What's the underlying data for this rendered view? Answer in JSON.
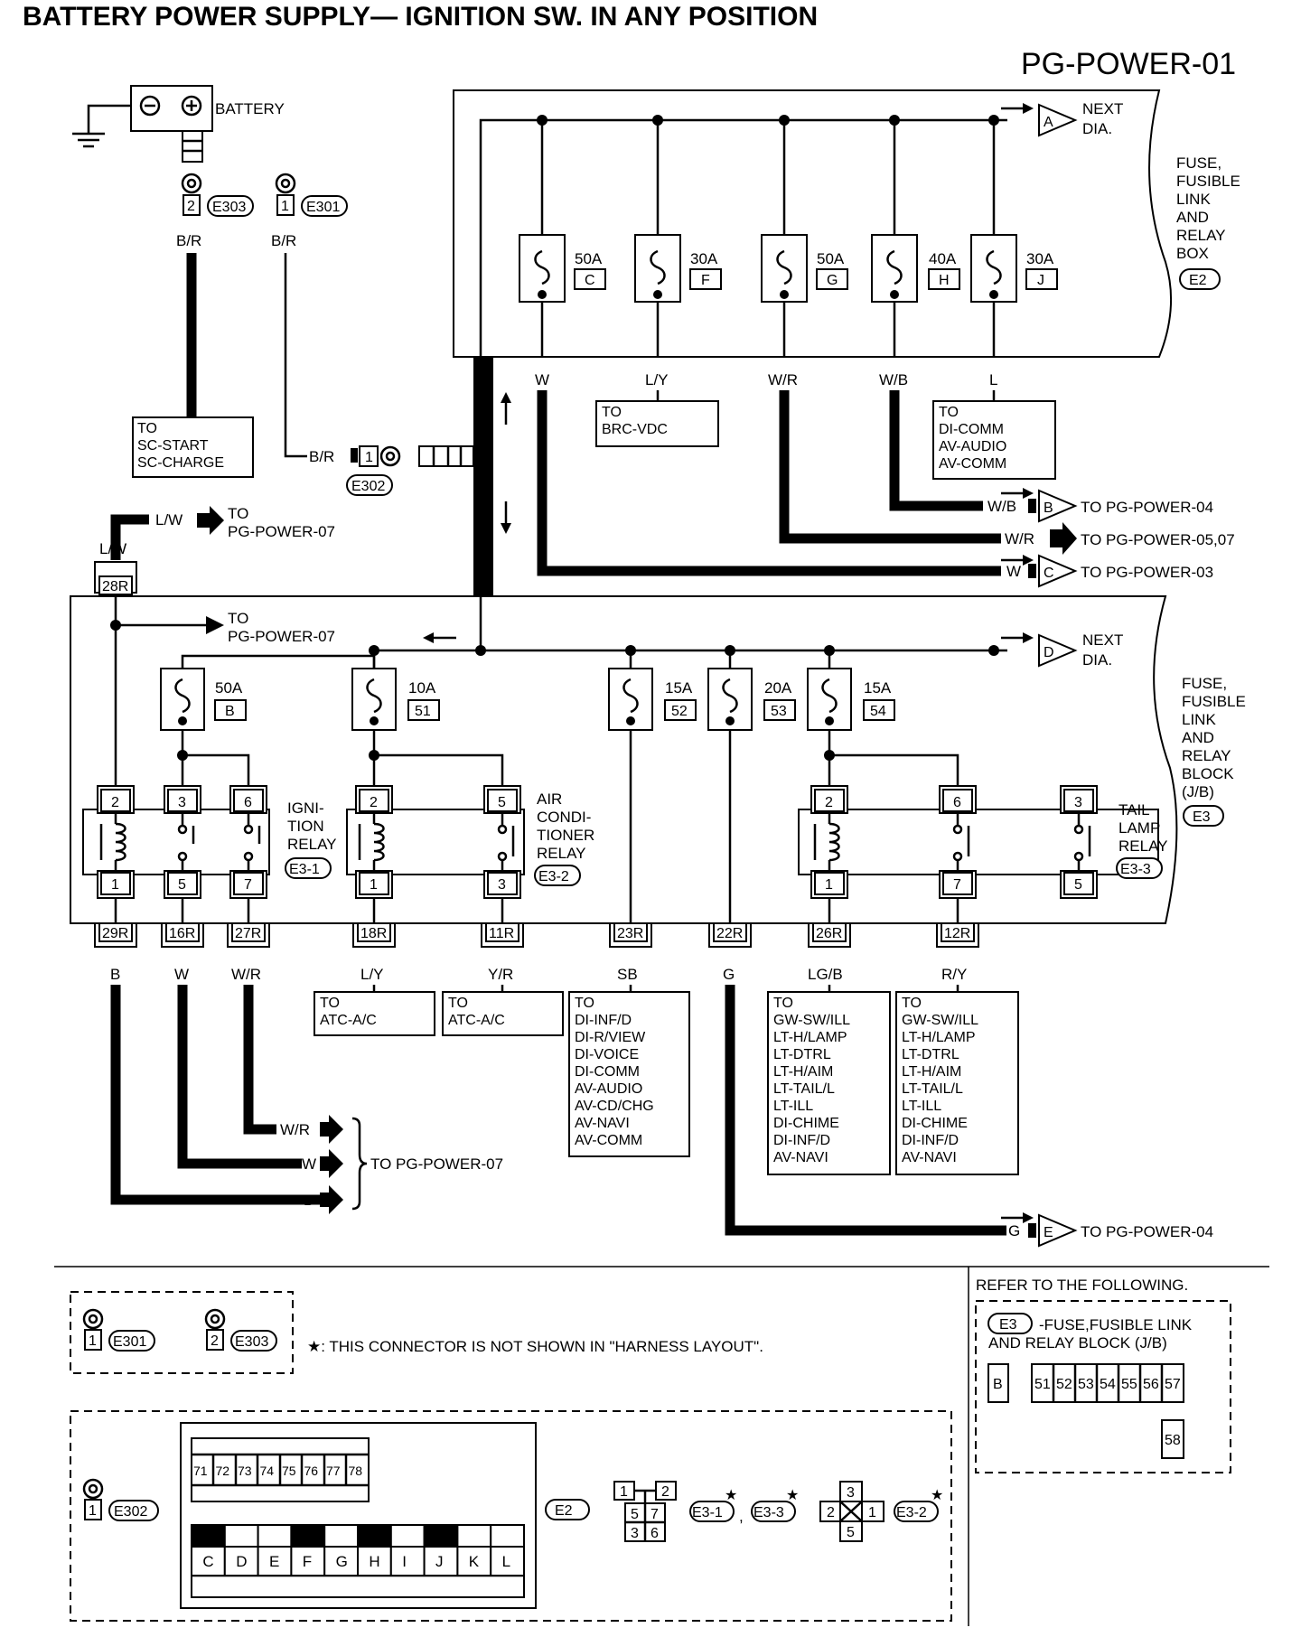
{
  "title": "BATTERY POWER SUPPLY— IGNITION SW. IN ANY POSITION",
  "diagram_code": "PG-POWER-01",
  "battery": {
    "label": "BATTERY"
  },
  "connectors": {
    "e303": "E303",
    "e301": "E301",
    "e302": "E302",
    "e2": "E2",
    "e3": "E3",
    "e3_1": "E3-1",
    "e3_2": "E3-2",
    "e3_3": "E3-3"
  },
  "pins": {
    "e303": "2",
    "e301": "1",
    "e302": "1"
  },
  "box_e2": {
    "label_lines": [
      "FUSE,",
      "FUSIBLE",
      "LINK",
      "AND",
      "RELAY",
      "BOX"
    ],
    "connector": "E2"
  },
  "box_e3": {
    "label_lines": [
      "FUSE,",
      "FUSIBLE",
      "LINK",
      "AND",
      "RELAY",
      "BLOCK",
      "(J/B)"
    ],
    "connector": "E3"
  },
  "fusible_links": [
    {
      "amp": "50A",
      "id": "C",
      "wire": "W"
    },
    {
      "amp": "30A",
      "id": "F",
      "wire": "L/Y"
    },
    {
      "amp": "50A",
      "id": "G",
      "wire": "W/R"
    },
    {
      "amp": "40A",
      "id": "H",
      "wire": "W/B"
    },
    {
      "amp": "30A",
      "id": "J",
      "wire": "L"
    }
  ],
  "jb_fuses": [
    {
      "amp": "50A",
      "id": "B"
    },
    {
      "amp": "10A",
      "id": "51"
    },
    {
      "amp": "15A",
      "id": "52"
    },
    {
      "amp": "20A",
      "id": "53"
    },
    {
      "amp": "15A",
      "id": "54"
    }
  ],
  "relays": {
    "ignition": {
      "label_lines": [
        "IGNI-",
        "TION",
        "RELAY"
      ],
      "conn": "E3-1",
      "pins_top": [
        "2",
        "3",
        "6"
      ],
      "pins_bottom": [
        "1",
        "5",
        "7"
      ]
    },
    "aircon": {
      "label_lines": [
        "AIR",
        "CONDI-",
        "TIONER",
        "RELAY"
      ],
      "conn": "E3-2",
      "pins_top": [
        "2",
        "5"
      ],
      "pins_bottom": [
        "1",
        "3"
      ]
    },
    "tail": {
      "label_lines": [
        "TAIL",
        "LAMP",
        "RELAY"
      ],
      "conn": "E3-3",
      "pins_top": [
        "2",
        "6",
        "3"
      ],
      "pins_bottom": [
        "1",
        "7",
        "5"
      ]
    }
  },
  "jb_terminals": [
    {
      "pin": "28R",
      "wire": "L/W"
    },
    {
      "pin": "29R",
      "wire": "B"
    },
    {
      "pin": "16R",
      "wire": "W"
    },
    {
      "pin": "27R",
      "wire": "W/R"
    },
    {
      "pin": "18R",
      "wire": "L/Y"
    },
    {
      "pin": "11R",
      "wire": "Y/R"
    },
    {
      "pin": "23R",
      "wire": "SB"
    },
    {
      "pin": "22R",
      "wire": "G"
    },
    {
      "pin": "26R",
      "wire": "LG/B"
    },
    {
      "pin": "12R",
      "wire": "R/Y"
    }
  ],
  "wires": {
    "br": "B/R",
    "lw": "L/W",
    "wb": "W/B",
    "wr": "W/R",
    "w": "W",
    "g": "G",
    "b": "B"
  },
  "destinations": {
    "sc": [
      "TO",
      "SC-START",
      "SC-CHARGE"
    ],
    "brc": [
      "TO",
      "BRC-VDC"
    ],
    "di_comm": [
      "TO",
      "DI-COMM",
      "AV-AUDIO",
      "AV-COMM"
    ],
    "atc1": [
      "TO",
      "ATC-A/C"
    ],
    "atc2": [
      "TO",
      "ATC-A/C"
    ],
    "sb": [
      "TO",
      "DI-INF/D",
      "DI-R/VIEW",
      "DI-VOICE",
      "DI-COMM",
      "AV-AUDIO",
      "AV-CD/CHG",
      "AV-NAVI",
      "AV-COMM"
    ],
    "lgb": [
      "TO",
      "GW-SW/ILL",
      "LT-H/LAMP",
      "LT-DTRL",
      "LT-H/AIM",
      "LT-TAIL/L",
      "LT-ILL",
      "DI-CHIME",
      "DI-INF/D",
      "AV-NAVI"
    ],
    "ry": [
      "TO",
      "GW-SW/ILL",
      "LT-H/LAMP",
      "LT-DTRL",
      "LT-H/AIM",
      "LT-TAIL/L",
      "LT-ILL",
      "DI-CHIME",
      "DI-INF/D",
      "AV-NAVI"
    ]
  },
  "links": {
    "next_a": {
      "letter": "A",
      "lines": [
        "NEXT",
        "DIA."
      ]
    },
    "next_d": {
      "letter": "D",
      "lines": [
        "NEXT",
        "DIA."
      ]
    },
    "b_p04": {
      "letter": "B",
      "text": "TO PG-POWER-04"
    },
    "wr_p0507": {
      "text": "TO PG-POWER-05,07"
    },
    "c_p03": {
      "letter": "C",
      "text": "TO PG-POWER-03"
    },
    "e_p04": {
      "letter": "E",
      "text": "TO PG-POWER-04"
    },
    "lw_p07": [
      "TO",
      "PG-POWER-07"
    ],
    "jb_p07": [
      "TO",
      "PG-POWER-07"
    ],
    "bottom_p07": "TO PG-POWER-07"
  },
  "legend": {
    "note": "★: THIS CONNECTOR IS NOT SHOWN IN \"HARNESS LAYOUT\".",
    "refer": "REFER TO THE FOLLOWING.",
    "e3_desc_lines": [
      "-FUSE,FUSIBLE LINK",
      "AND RELAY BLOCK (J/B)"
    ],
    "e3_cells_b": "B",
    "e3_cells": [
      "51",
      "52",
      "53",
      "54",
      "55",
      "56",
      "57"
    ],
    "e3_cell_58": "58",
    "e2_top_cells": [
      "71",
      "72",
      "73",
      "74",
      "75",
      "76",
      "77",
      "78"
    ],
    "e2_bottom_cells": [
      "C",
      "D",
      "E",
      "F",
      "G",
      "H",
      "I",
      "J",
      "K",
      "L"
    ],
    "e2_dark": [
      true,
      false,
      false,
      true,
      false,
      true,
      false,
      true,
      false,
      false
    ],
    "e31_top": [
      "1",
      "2"
    ],
    "e31_mid": [
      "5",
      "7"
    ],
    "e31_bot": [
      "3",
      "6"
    ],
    "e32": {
      "top": "3",
      "left": "2",
      "right": "1",
      "bottom": "5"
    },
    "star": "★",
    "comma": ","
  }
}
